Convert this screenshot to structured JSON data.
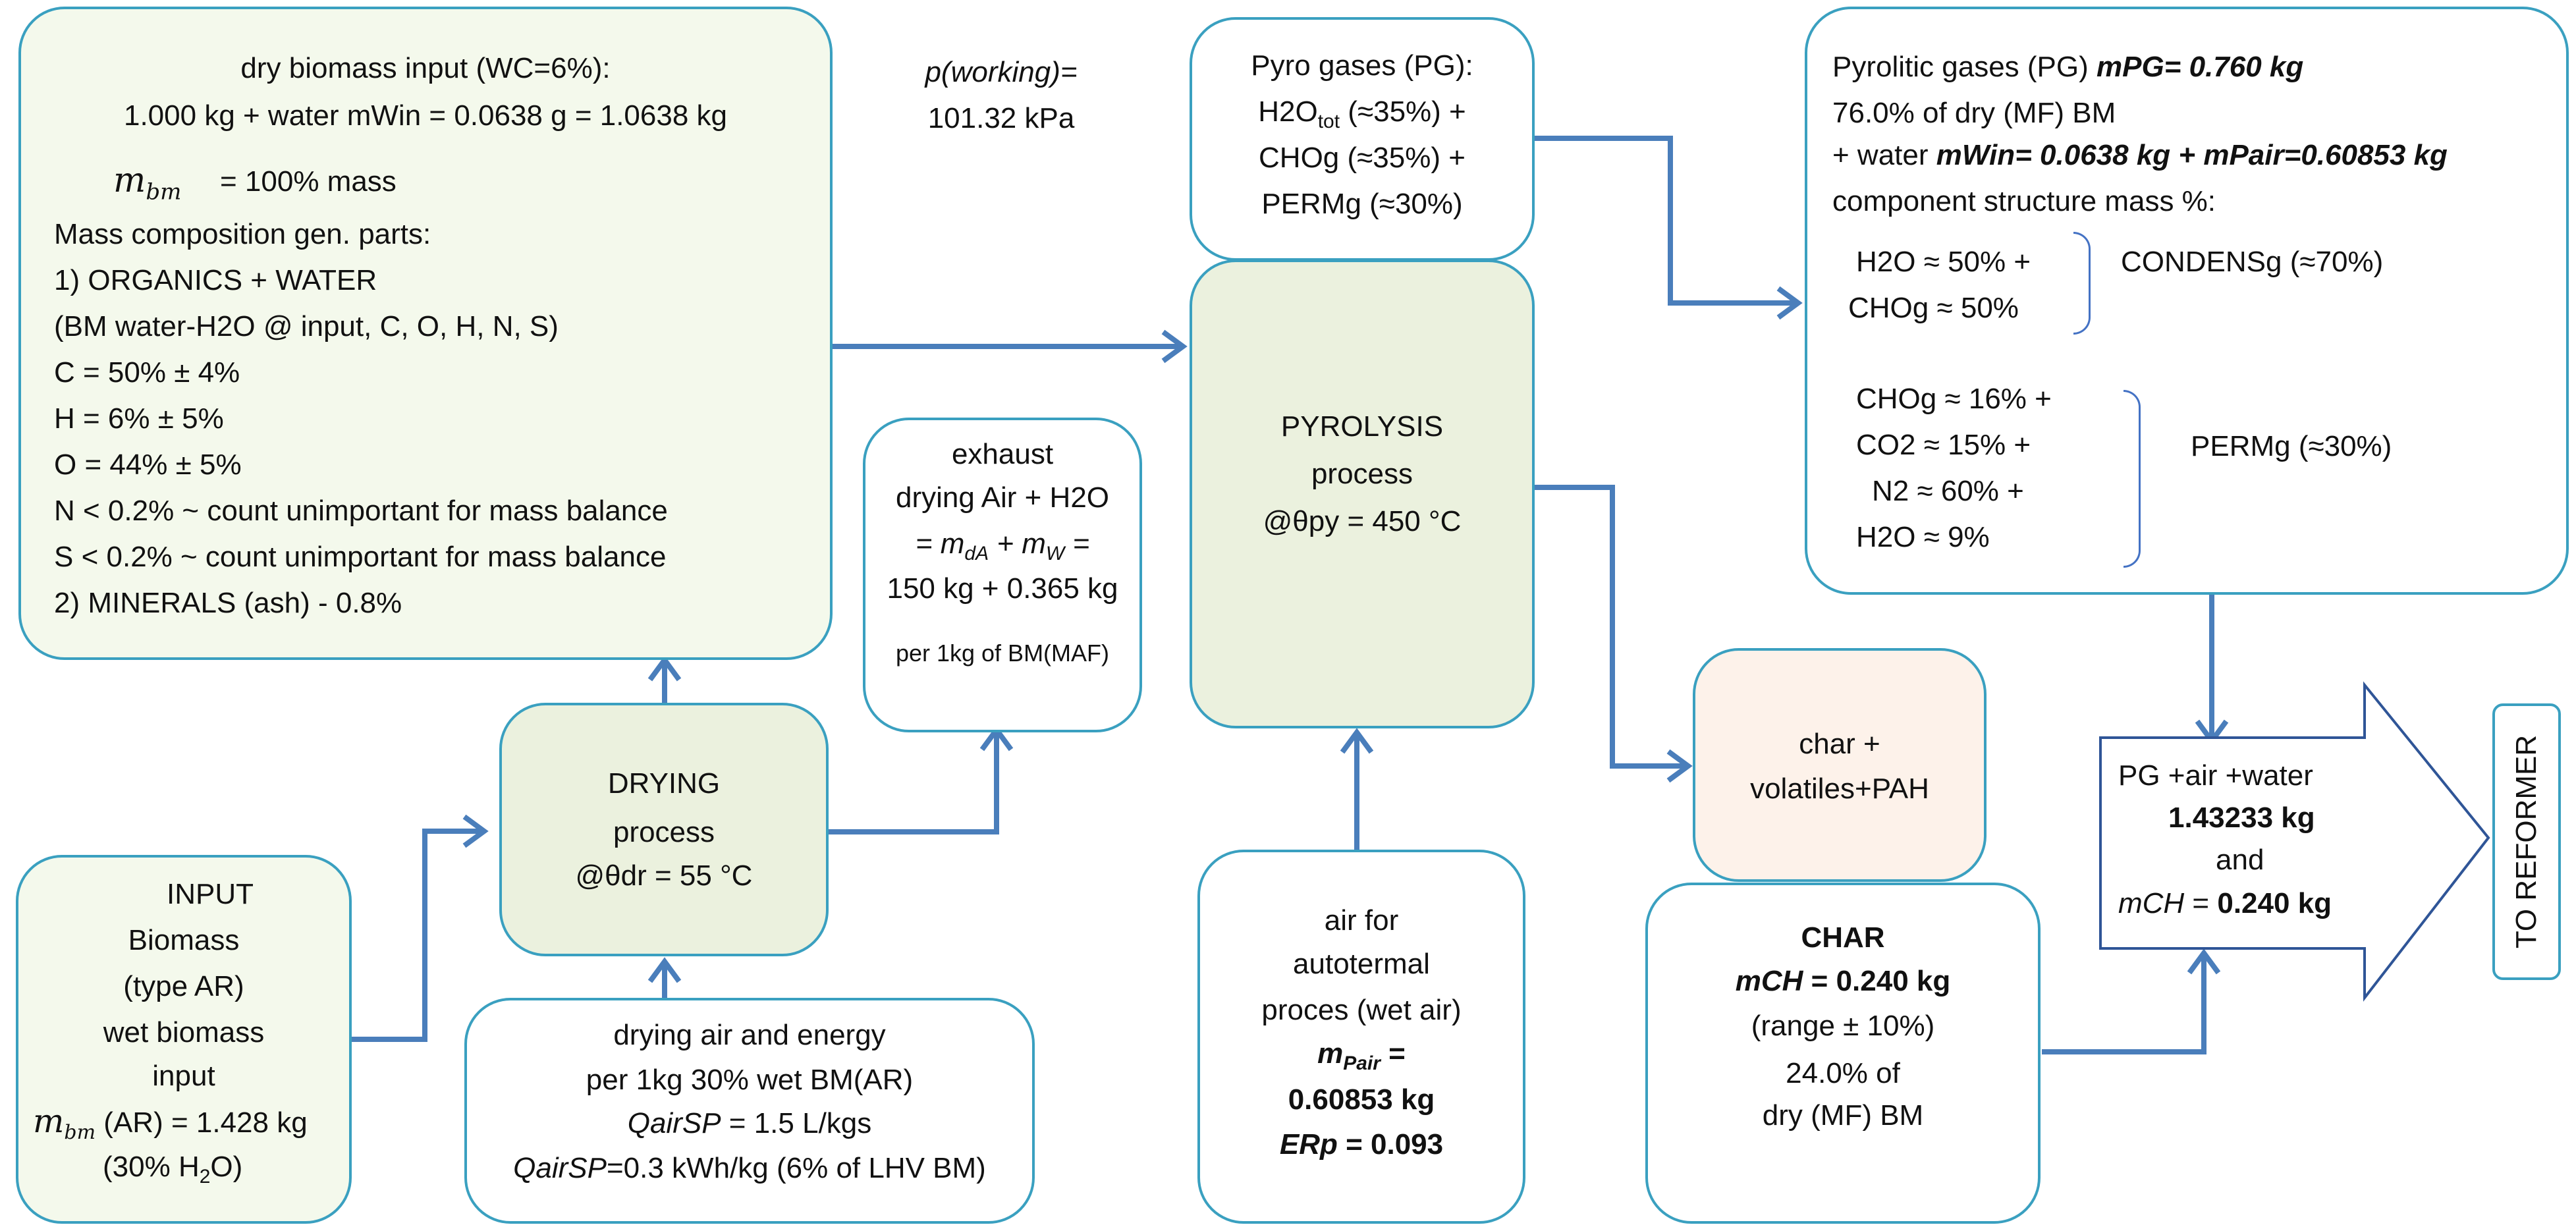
{
  "colors": {
    "border": "#3aa0c0",
    "arrow": "#4a7ebb",
    "input_fill": "#f4f9ec",
    "process_fill": "#ebf1de",
    "char_fill": "#fdf2ea"
  },
  "working": {
    "line1": "p(working)=",
    "line2": "101.32 kPa"
  },
  "dry_biomass": {
    "title": "dry biomass input (WC=6%):",
    "mass_line": "1.000 kg + water mWin = 0.0638 g = 1.0638 kg",
    "mbm_symbol": "m",
    "mbm_sub": "bm",
    "mbm_value": "= 100% mass",
    "lines": [
      "Mass composition gen. parts:",
      "1) ORGANICS + WATER",
      "(BM water-H2O @ input, C, O, H, N, S)",
      "C = 50% ± 4%",
      "H = 6% ± 5%",
      "O = 44% ± 5%",
      "N < 0.2% ~ count unimportant  for mass balance",
      "S < 0.2% ~ count unimportant  for mass balance",
      "2) MINERALS (ash)  - 0.8%"
    ]
  },
  "pyro_gases_box": {
    "title": "Pyro gases (PG):",
    "h2o": "H2O",
    "tot": "tot",
    "h2o_rest": " (≈35%) +",
    "chog": "CHOg  (≈35%) +",
    "permg": "PERMg (≈30%)"
  },
  "pyrolitic": {
    "line1_pre": "Pyrolitic gases (PG) ",
    "line1_bold": "mPG= 0.760 kg",
    "line2": "76.0% of dry (MF) BM",
    "line3_pre": "+ water ",
    "line3_bold": "mWin= 0.0638 kg + mPair=0.60853  kg",
    "line4": "component structure mass %:",
    "condens": [
      "H2O   ≈ 50% +",
      "CHOg   ≈ 50%"
    ],
    "condens_label": "CONDENSg (≈70%)",
    "perm": [
      "CHOg  ≈ 16% +",
      "CO2    ≈ 15%  +",
      "N2    ≈ 60% +",
      "H2O    ≈ 9%"
    ],
    "perm_label": "PERMg (≈30%)"
  },
  "pyrolysis": {
    "line1": "PYROLYSIS",
    "line2": "process",
    "line3": "@θpy =  450 °C"
  },
  "exhaust": {
    "line1": "exhaust",
    "line2": "drying Air + H2O",
    "line3_a": "= m",
    "line3_sub1": "dA",
    "line3_b": " + m",
    "line3_sub2": "W",
    "line3_c": " =",
    "line4": "150 kg + 0.365 kg",
    "note": "per 1kg of BM(MAF)"
  },
  "drying": {
    "line1": "DRYING",
    "line2": "process",
    "line3": "@θdr =  55 °C"
  },
  "input": {
    "line1": "INPUT",
    "line2": "Biomass",
    "line3": "(type AR)",
    "line4": "wet biomass",
    "line5": "input",
    "mbm_sym": "m",
    "mbm_sub": "bm",
    "mbm_rest": " (AR) = 1.428 kg",
    "water_pre": "(30% H",
    "water_sub": "2",
    "water_post": "O)"
  },
  "drying_air": {
    "line1": "drying air and energy",
    "line2": "per 1kg 30% wet BM(AR)",
    "line3_i": "QairSP",
    "line3_rest": " = 1.5 L/kgs",
    "line4_i": "QairSP",
    "line4_rest": "=0.3 kWh/kg (6% of LHV BM)"
  },
  "air_auto": {
    "line1": "air for",
    "line2": "autotermal",
    "line3": "proces (wet air)",
    "mp_sym": "m",
    "mp_sub": "Pair",
    "mp_rest": " =",
    "mp_val": "0.60853 kg",
    "erp_sym": "ERp",
    "erp_rest": " = 0.093"
  },
  "char_vol": {
    "line1": "char +",
    "line2": "volatiles+PAH"
  },
  "char": {
    "title": "CHAR",
    "mch_sym": "mCH",
    "mch_rest": " = 0.240  kg",
    "range": "(range ± 10%)",
    "pct": "24.0% of",
    "dry": "dry (MF) BM"
  },
  "pg_arrow": {
    "line1": "PG +air +water",
    "line2": "1.43233 kg",
    "line3": "and",
    "mch_sym": "mCH",
    "mch_rest": " = 0.240 kg"
  },
  "reformer": {
    "label": "TO REFORMER"
  }
}
